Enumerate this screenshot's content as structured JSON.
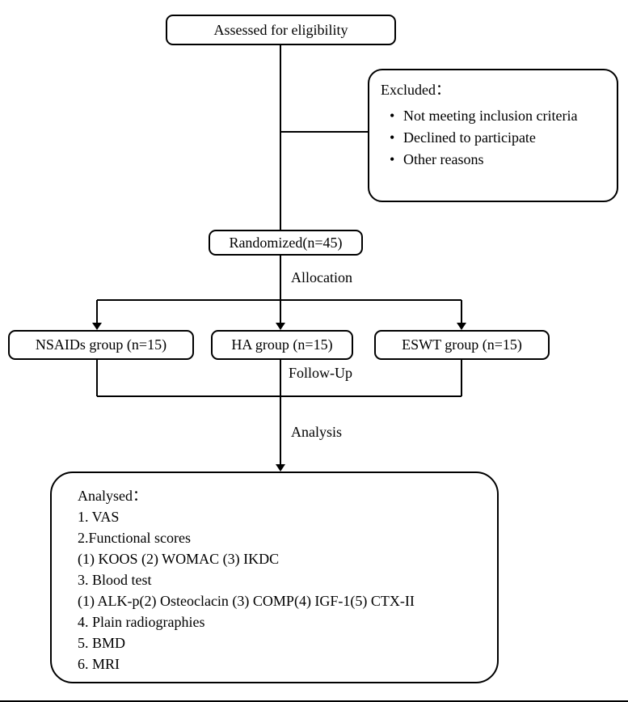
{
  "diagram": {
    "eligibility_box": "Assessed for eligibility",
    "excluded_box": {
      "title": "Excluded：",
      "bullet": "•",
      "items": [
        "Not meeting inclusion criteria",
        "Declined to participate",
        "Other reasons"
      ]
    },
    "randomized_box": "Randomized(n=45)",
    "labels": {
      "allocation": "Allocation",
      "follow_up": "Follow-Up",
      "analysis": "Analysis"
    },
    "group_boxes": [
      "NSAIDs group (n=15)",
      "HA group (n=15)",
      "ESWT group (n=15)"
    ],
    "analysed_box": {
      "lines": [
        "Analysed：",
        "1. VAS",
        "2.Functional scores",
        "(1) KOOS (2) WOMAC (3) IKDC",
        "3. Blood test",
        "(1) ALK-p(2) Osteoclacin (3) COMP(4) IGF-1(5) CTX-II",
        "4. Plain radiographies",
        "5. BMD",
        "6. MRI"
      ]
    },
    "colors": {
      "line": "#000000",
      "background": "#ffffff"
    }
  }
}
